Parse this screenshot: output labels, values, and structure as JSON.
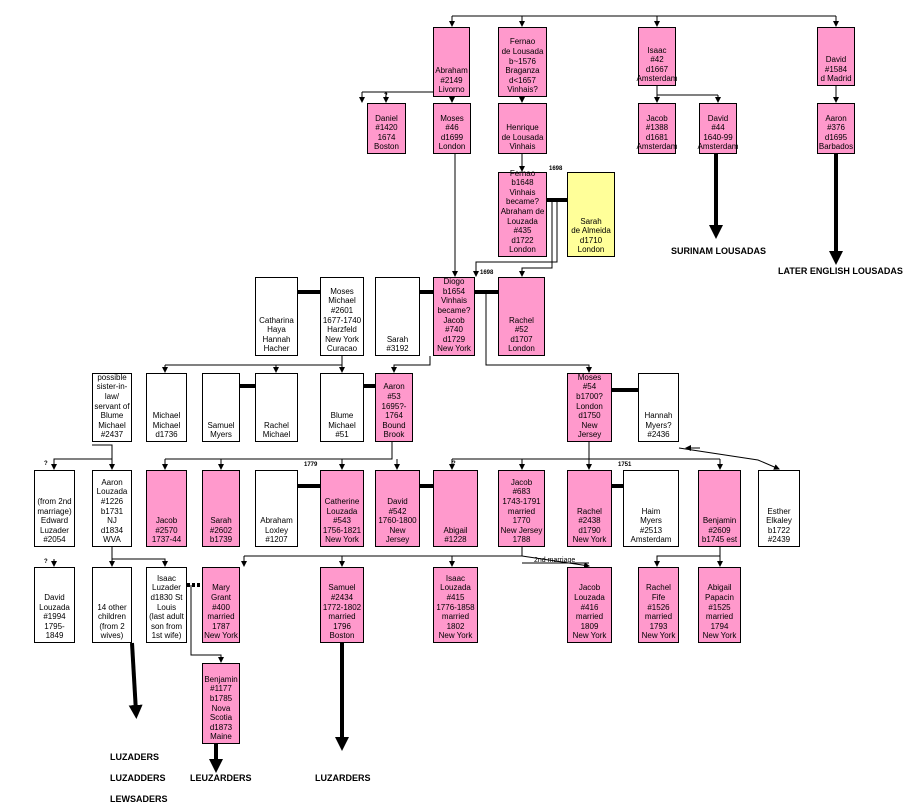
{
  "people": [
    {
      "id": "abraham2149",
      "text": "Abraham\n#2149\nLivorno",
      "color": "pink"
    },
    {
      "id": "fernao1576",
      "text": "Fernao\nde Lousada\nb~1576\nBraganza\nd<1657\nVinhais?",
      "color": "pink"
    },
    {
      "id": "isaac42",
      "text": "Isaac\n#42\nd1667\nAmsterdam",
      "color": "pink"
    },
    {
      "id": "david1584",
      "text": "David\n#1584\nd Madrid",
      "color": "pink"
    },
    {
      "id": "daniel1420",
      "text": "Daniel\n#1420\n1674\nBoston",
      "color": "pink"
    },
    {
      "id": "moses46",
      "text": "Moses\n#46\nd1699\nLondon",
      "color": "pink"
    },
    {
      "id": "henrique",
      "text": "Henrique\nde Lousada\nVinhais",
      "color": "pink"
    },
    {
      "id": "jacob1388",
      "text": "Jacob\n#1388\nd1681\nAmsterdam",
      "color": "pink"
    },
    {
      "id": "david44",
      "text": "David\n#44\n1640-99\nAmsterdam",
      "color": "pink"
    },
    {
      "id": "aaron376",
      "text": "Aaron\n#376\nd1695\nBarbados",
      "color": "pink"
    },
    {
      "id": "fernao1648",
      "text": "Fernao\nb1648\nVinhais\nbecame?\nAbraham de\nLouzada\n#435\nd1722\nLondon",
      "color": "pink"
    },
    {
      "id": "sarahalmeida",
      "text": "Sarah\nde Almeida\nd1710\nLondon",
      "color": "yellow"
    },
    {
      "id": "catharina",
      "text": "Catharina\nHaya\nHannah\nHacher",
      "color": "white"
    },
    {
      "id": "moses2601",
      "text": "Moses\nMichael\n#2601\n1677-1740\nHarzfeld\nNew York\nCuracao",
      "color": "white"
    },
    {
      "id": "sarah3192",
      "text": "Sarah\n#3192",
      "color": "white"
    },
    {
      "id": "diogo",
      "text": "Diogo\nb1654\nVinhais\nbecame?\nJacob\n#740\nd1729\nNew York",
      "color": "pink"
    },
    {
      "id": "rachel52",
      "text": "Rachel\n#52\nd1707\nLondon",
      "color": "pink"
    },
    {
      "id": "possible",
      "text": "possible\nsister-in-\nlaw/\nservant of\nBlume\nMichael\n#2437",
      "color": "white"
    },
    {
      "id": "michael1736",
      "text": "Michael\nMichael\nd1736",
      "color": "white"
    },
    {
      "id": "samuelmyers",
      "text": "Samuel\nMyers",
      "color": "white"
    },
    {
      "id": "rachelmichael",
      "text": "Rachel\nMichael",
      "color": "white"
    },
    {
      "id": "blume51",
      "text": "Blume\nMichael\n#51",
      "color": "white"
    },
    {
      "id": "aaron53",
      "text": "Aaron\n#53\n1695?-\n1764\nBound\nBrook",
      "color": "pink"
    },
    {
      "id": "moses54",
      "text": "Moses\n#54\nb1700?\nLondon\nd1750\nNew Jersey",
      "color": "pink"
    },
    {
      "id": "hannahmyers",
      "text": "Hannah\nMyers?\n#2436",
      "color": "white"
    },
    {
      "id": "edward2054",
      "text": "(from 2nd\nmarriage)\nEdward\nLuzader\n#2054",
      "color": "white"
    },
    {
      "id": "aaron1226",
      "text": "Aaron\nLouzada\n#1226\nb1731\nNJ\nd1834\nWVA",
      "color": "white"
    },
    {
      "id": "jacob2570",
      "text": "Jacob\n#2570\n1737-44",
      "color": "pink"
    },
    {
      "id": "sarah2602",
      "text": "Sarah\n#2602\nb1739",
      "color": "pink"
    },
    {
      "id": "abrahamloxley",
      "text": "Abraham\nLoxley\n#1207",
      "color": "white"
    },
    {
      "id": "catherine543",
      "text": "Catherine\nLouzada\n#543\n1756-1821\nNew York",
      "color": "pink"
    },
    {
      "id": "david542",
      "text": "David\n#542\n1760-1800\nNew Jersey",
      "color": "pink"
    },
    {
      "id": "abigail1228",
      "text": "Abigail\n#1228",
      "color": "pink"
    },
    {
      "id": "jacob683",
      "text": "Jacob\n#683\n1743-1791\nmarried\n1770\nNew Jersey\n1788",
      "color": "pink"
    },
    {
      "id": "rachel2438",
      "text": "Rachel\n#2438\nd1790\nNew York",
      "color": "pink"
    },
    {
      "id": "haim2513",
      "text": "Haim\nMyers\n#2513\nAmsterdam",
      "color": "white"
    },
    {
      "id": "benjamin2609",
      "text": "Benjamin\n#2609\nb1745 est",
      "color": "pink"
    },
    {
      "id": "esther2439",
      "text": "Esther\nElkaley\nb1722\n#2439",
      "color": "white"
    },
    {
      "id": "david1994",
      "text": "David\nLouzada\n#1994\n1795-\n1849",
      "color": "white"
    },
    {
      "id": "otherchildren",
      "text": "14 other\nchildren\n(from 2\nwives)",
      "color": "white"
    },
    {
      "id": "isaacluzader",
      "text": "Isaac\nLuzader\nd1830 St\nLouis\n(last adult\nson from\n1st wife)",
      "color": "white"
    },
    {
      "id": "marygrant",
      "text": "Mary\nGrant\n#400\nmarried\n1787\nNew York",
      "color": "pink"
    },
    {
      "id": "samuel2434",
      "text": "Samuel\n#2434\n1772-1802\nmarried\n1796\nBoston",
      "color": "pink"
    },
    {
      "id": "isaac415",
      "text": "Isaac\nLouzada\n#415\n1776-1858\nmarried\n1802\nNew York",
      "color": "pink"
    },
    {
      "id": "jacob416",
      "text": "Jacob\nLouzada\n#416\nmarried\n1809\nNew York",
      "color": "pink"
    },
    {
      "id": "rachelfife",
      "text": "Rachel\nFife\n#1526\nmarried\n1793\nNew York",
      "color": "pink"
    },
    {
      "id": "abigailpapacin",
      "text": "Abigail\nPapacin\n#1525\nmarried\n1794\nNew York",
      "color": "pink"
    },
    {
      "id": "benjamin1177",
      "text": "Benjamin\n#1177\nb1785\nNova\nScotia\nd1873\nMaine",
      "color": "pink"
    }
  ],
  "labels": {
    "m1698a": "1698",
    "m1698b": "1698",
    "m1779": "1779",
    "m1751": "1751",
    "q1": "?",
    "q2": "?",
    "q3": "?",
    "q4": "?",
    "second_marriage": "2nd marriage"
  },
  "lineages": {
    "surinam": "SURINAM LOUSADAS",
    "later_english": "LATER ENGLISH LOUSADAS",
    "luzaders1": "LUZADERS",
    "luzadders": "LUZADDERS",
    "lewsaders": "LEWSADERS",
    "leuzarders": "LEUZARDERS",
    "luzarders": "LUZARDERS"
  }
}
